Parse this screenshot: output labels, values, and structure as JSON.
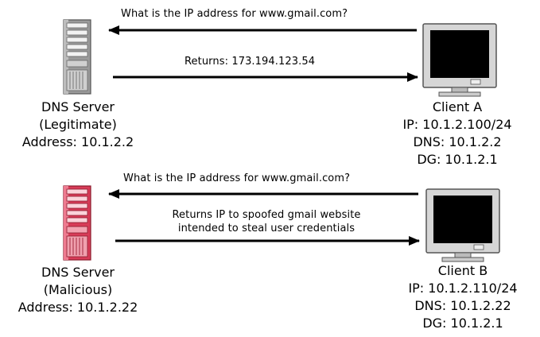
{
  "colors": {
    "legit_server_fill": "#8c8c8c",
    "malicious_server_fill": "#e04660",
    "monitor_screen": "#000000",
    "monitor_frame": "#d6d6d6",
    "arrow": "#000000"
  },
  "icons": {
    "legit_server": "server-tower-icon",
    "malicious_server": "server-tower-icon",
    "client_a_monitor": "monitor-icon",
    "client_b_monitor": "monitor-icon"
  },
  "top": {
    "query": "What is the IP address for www.gmail.com?",
    "reply": "Returns: 173.194.123.54",
    "server": {
      "name": "DNS Server",
      "kind": "(Legitimate)",
      "address": "Address: 10.1.2.2"
    },
    "client": {
      "name": "Client A",
      "ip": "IP: 10.1.2.100/24",
      "dns": "DNS: 10.1.2.2",
      "dg": "DG: 10.1.2.1"
    }
  },
  "bottom": {
    "query": "What is the IP address for www.gmail.com?",
    "reply_line1": "Returns IP to spoofed gmail website",
    "reply_line2": "intended to steal user credentials",
    "server": {
      "name": "DNS Server",
      "kind": "(Malicious)",
      "address": "Address: 10.1.2.22"
    },
    "client": {
      "name": "Client B",
      "ip": "IP: 10.1.2.110/24",
      "dns": "DNS: 10.1.2.22",
      "dg": "DG: 10.1.2.1"
    }
  }
}
